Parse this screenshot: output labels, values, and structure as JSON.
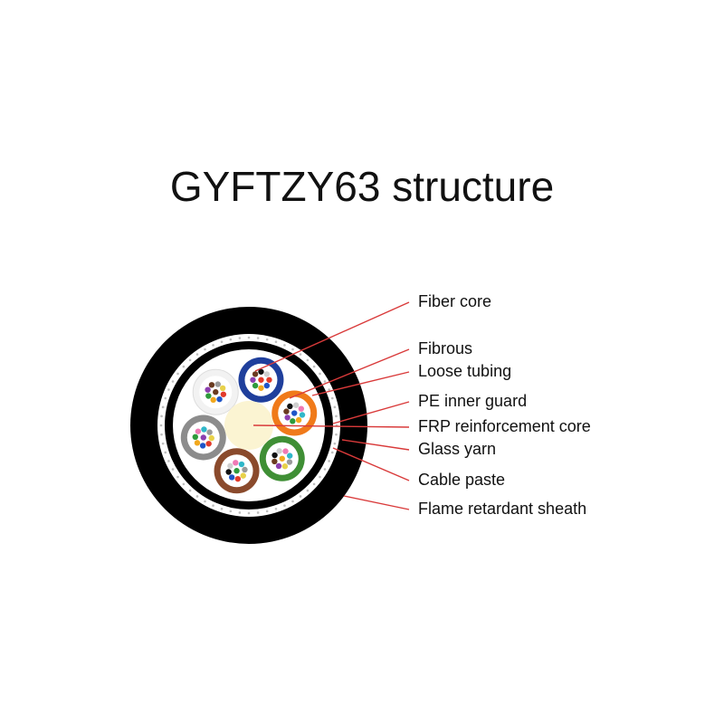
{
  "title": "GYFTZY63 structure",
  "labels": [
    "Fiber core",
    "Fibrous",
    "Loose tubing",
    "PE inner guard",
    "FRP reinforcement core",
    "Glass yarn",
    "Cable paste",
    "Flame retardant sheath"
  ],
  "colors": {
    "sheath": "#000000",
    "leader_line": "#d93a3a",
    "center_core": "#fbf4d2",
    "tube_blue": "#1f3f9c",
    "tube_orange": "#f07a1a",
    "tube_green": "#3f8f35",
    "tube_brown": "#8a4a2c",
    "tube_gray": "#8c8c8c",
    "tube_white": "#f2f2f2"
  },
  "loose_tubes": [
    "tube_blue",
    "tube_orange",
    "tube_green",
    "tube_brown",
    "tube_gray",
    "tube_white"
  ],
  "fiber_colors": [
    "#e23a2a",
    "#1f55c8",
    "#f2a81d",
    "#2e9a3c",
    "#8c3fb0",
    "#6a3b20",
    "#111111",
    "#cfcfcf",
    "#ef7ab5",
    "#30b7c9",
    "#9a9a9a",
    "#e8d14a"
  ]
}
